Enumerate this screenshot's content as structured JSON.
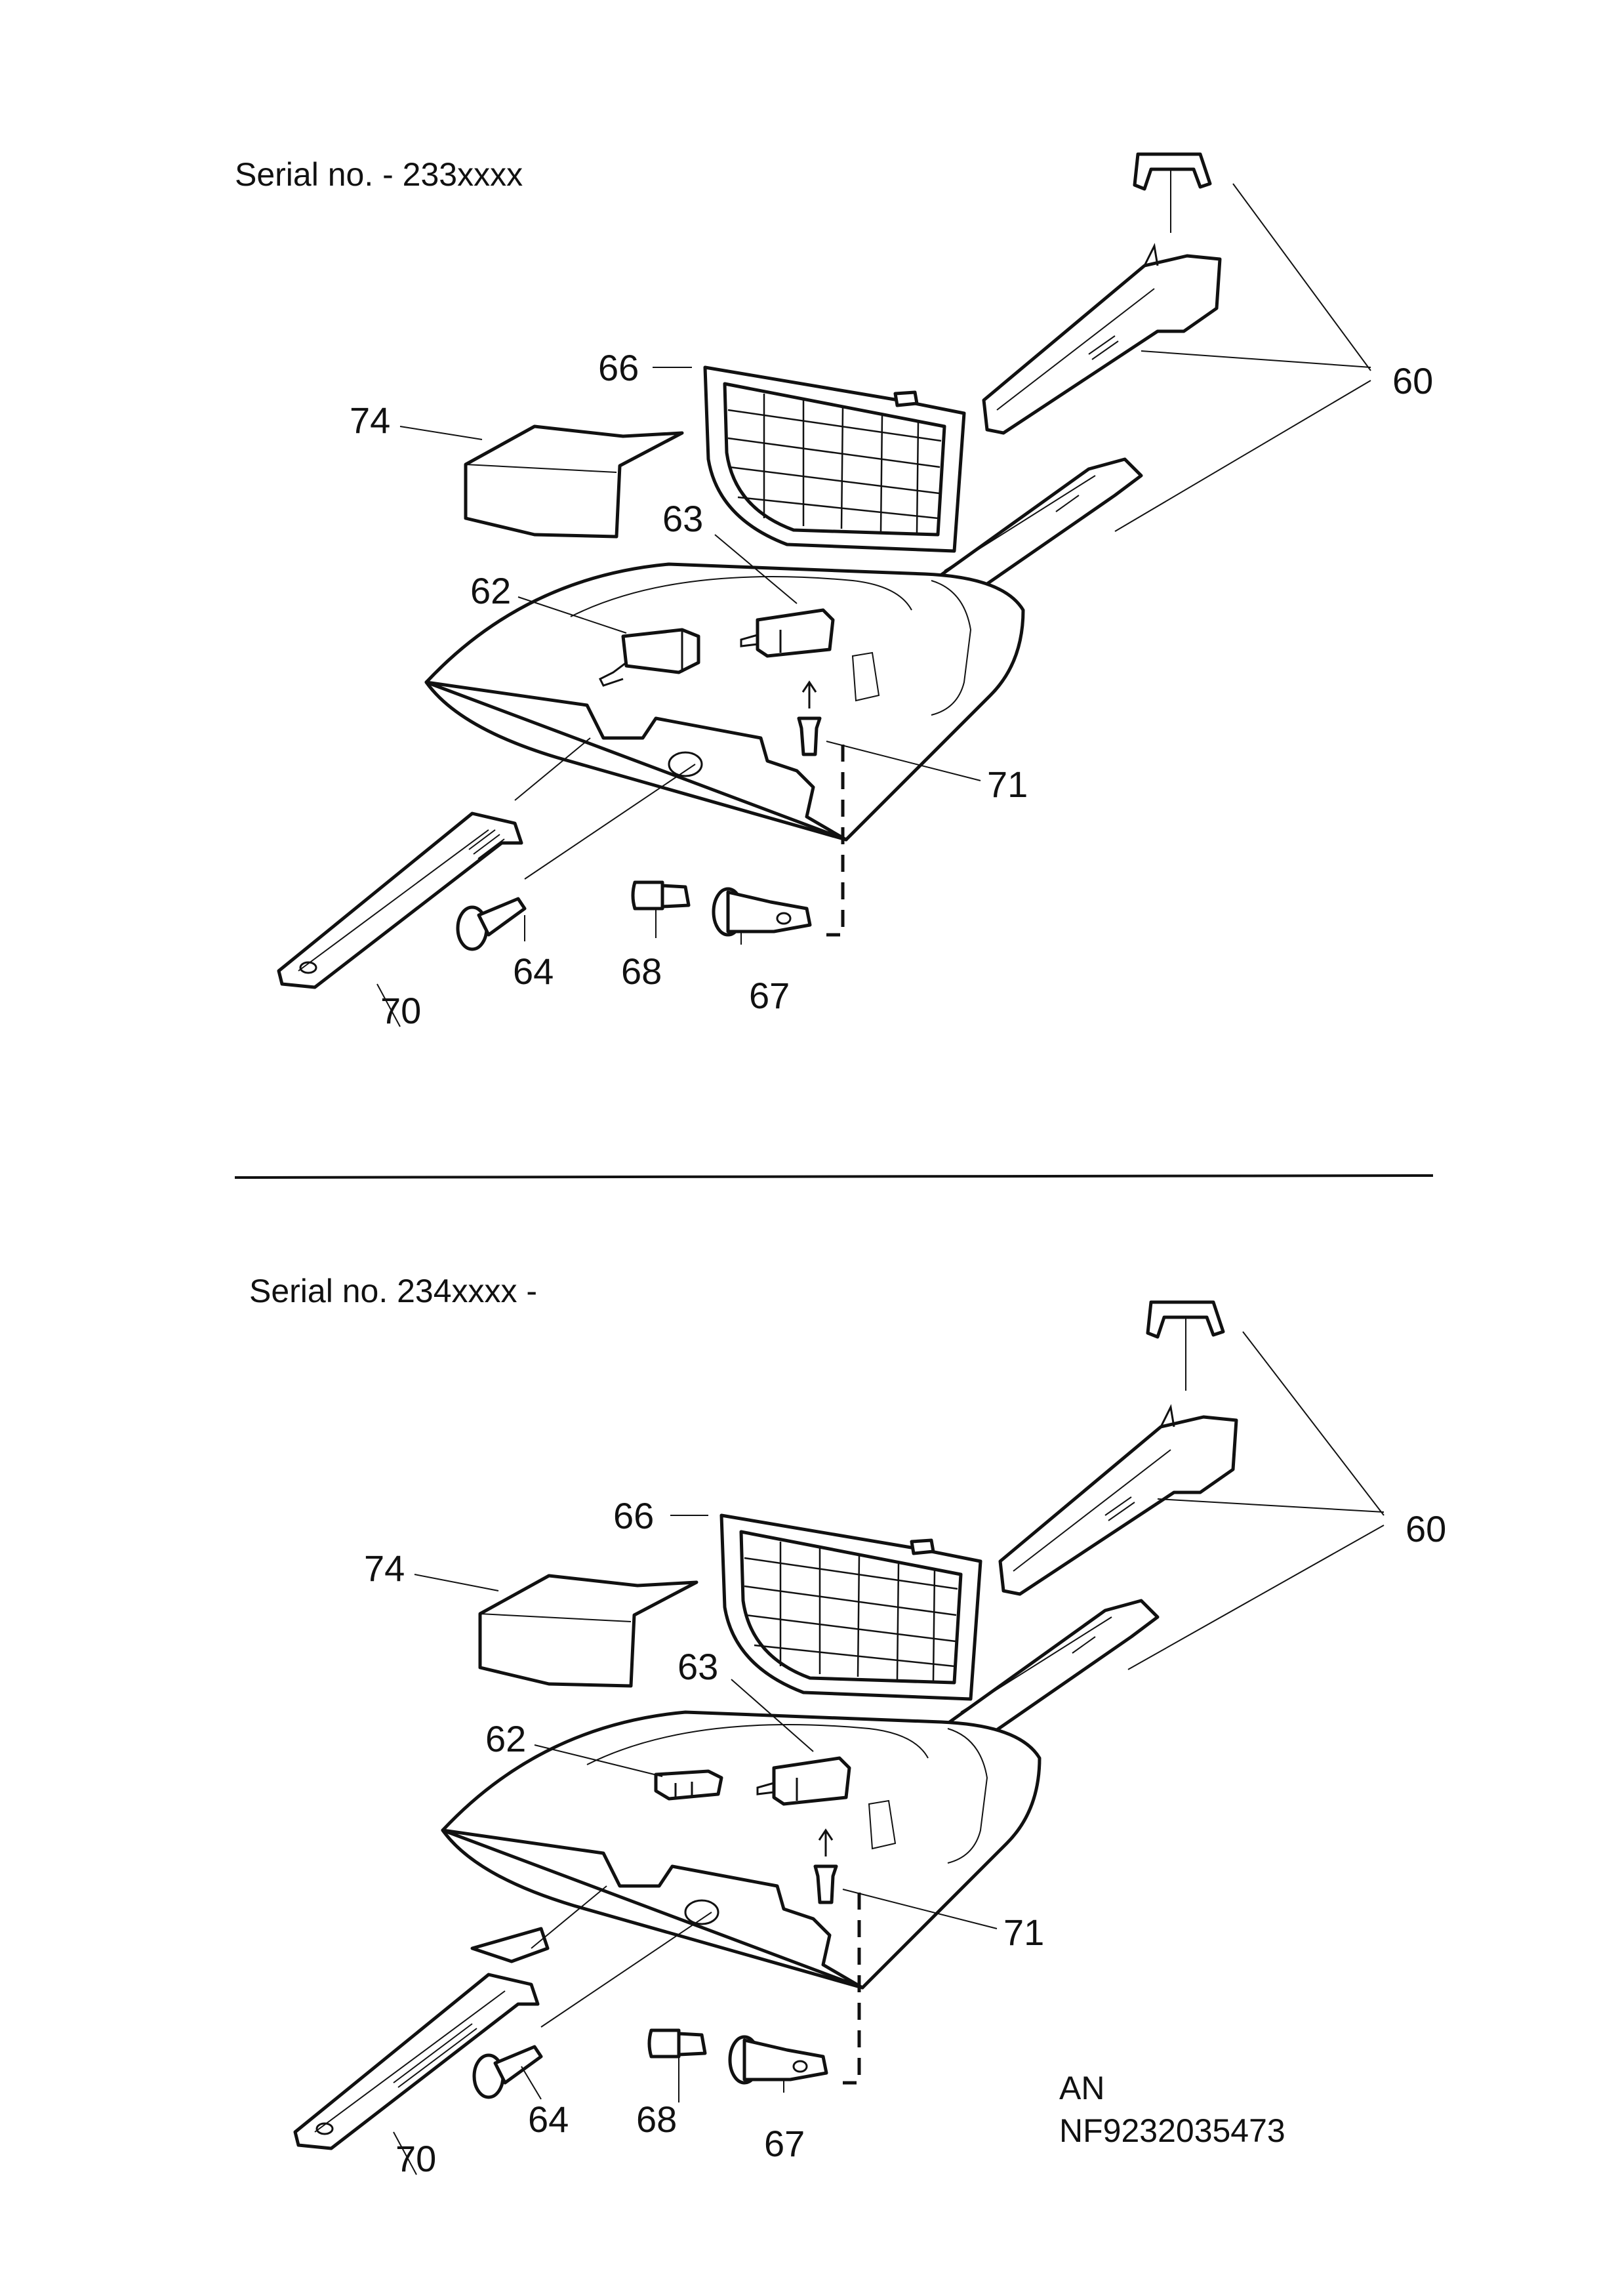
{
  "top_section": {
    "serial": "Serial no.  - 233xxxx",
    "labels": {
      "p60": "60",
      "p66": "66",
      "p74": "74",
      "p63": "63",
      "p62": "62",
      "p71": "71",
      "p64": "64",
      "p68": "68",
      "p67": "67",
      "p70": "70"
    }
  },
  "bottom_section": {
    "serial": "Serial no. 234xxxx -",
    "labels": {
      "p60": "60",
      "p66": "66",
      "p74": "74",
      "p63": "63",
      "p62": "62",
      "p71": "71",
      "p64": "64",
      "p68": "68",
      "p67": "67",
      "p70": "70"
    }
  },
  "footer": {
    "line1": "AN",
    "line2": "NF9232035473"
  }
}
